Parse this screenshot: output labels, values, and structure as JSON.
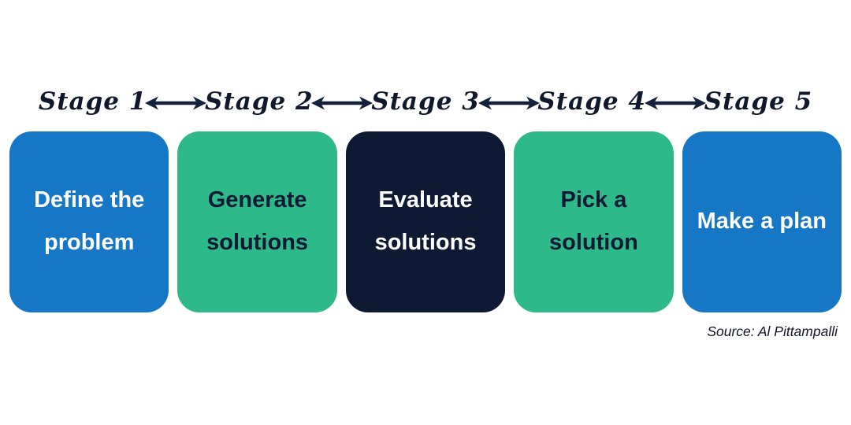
{
  "stages": [
    {
      "label": "Stage 1",
      "title": "Define the problem",
      "bg_color": "#1677c6",
      "text_color": "#ffffff"
    },
    {
      "label": "Stage 2",
      "title": "Generate solutions",
      "bg_color": "#2eb98a",
      "text_color": "#0e1a33"
    },
    {
      "label": "Stage 3",
      "title": "Evaluate solutions",
      "bg_color": "#0e1a33",
      "text_color": "#ffffff"
    },
    {
      "label": "Stage 4",
      "title": "Pick a solution",
      "bg_color": "#2eb98a",
      "text_color": "#0e1a33"
    },
    {
      "label": "Stage 5",
      "title": "Make a plan",
      "bg_color": "#1677c6",
      "text_color": "#ffffff"
    }
  ],
  "arrows": {
    "icon": "double-headed-arrow",
    "count": 4,
    "color": "#14213d"
  },
  "source": {
    "text": "Source: Al Pittampalli"
  },
  "palette": {
    "blue": "#1677c6",
    "green": "#2eb98a",
    "navy": "#0e1a33",
    "label_ink": "#10182b",
    "background": "#ffffff"
  }
}
